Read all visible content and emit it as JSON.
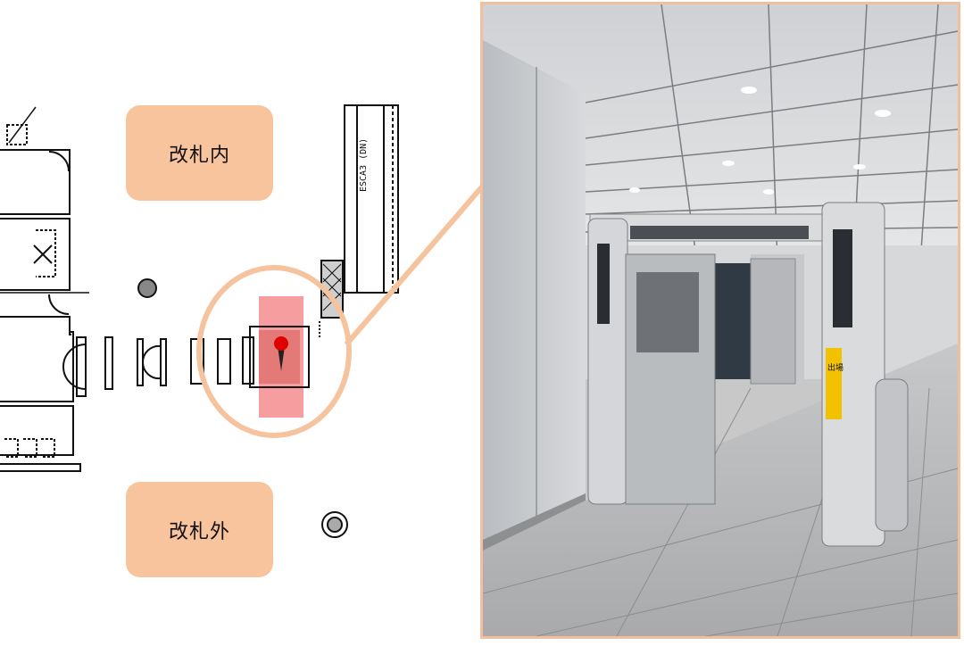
{
  "floor_plan": {
    "labels": {
      "inside_gate": "改札内",
      "outside_gate": "改札外"
    },
    "escalator_label": "ESCA3 (DN)",
    "highlight_color": "#f48c8f",
    "callout_color": "#f5c39d",
    "marker_color": "#e00000",
    "icons": [
      "location-pin-icon",
      "column-icon"
    ]
  },
  "photo": {
    "border_color": "#f2bf9c",
    "gate_sign_text": "出場"
  }
}
